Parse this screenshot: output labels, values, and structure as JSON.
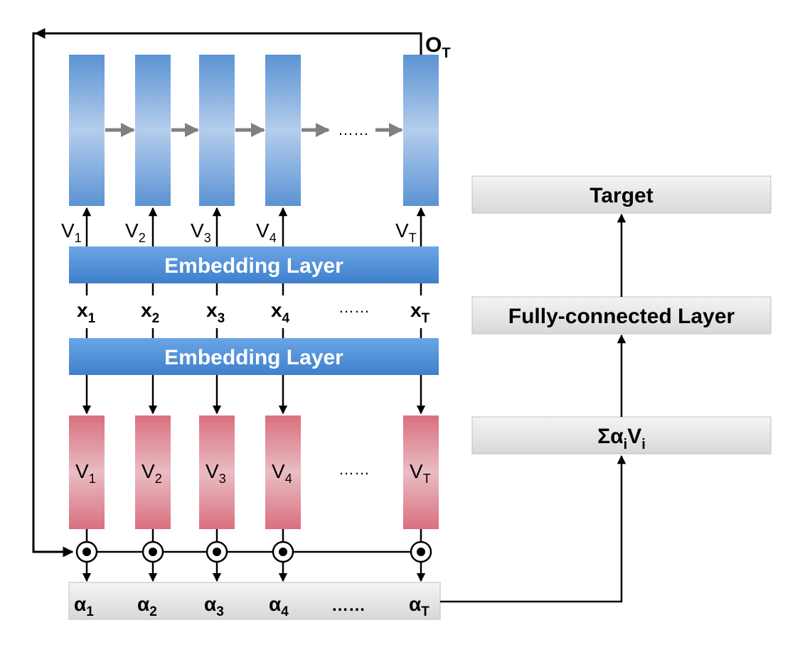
{
  "output_label": {
    "base": "O",
    "sub": "T"
  },
  "top_ellipsis": "……",
  "v_labels": [
    {
      "base": "V",
      "sub": "1"
    },
    {
      "base": "V",
      "sub": "2"
    },
    {
      "base": "V",
      "sub": "3"
    },
    {
      "base": "V",
      "sub": "4"
    },
    {
      "base": "V",
      "sub": "T"
    }
  ],
  "embedding_top": "Embedding Layer",
  "x_labels": [
    {
      "base": "x",
      "sub": "1"
    },
    {
      "base": "x",
      "sub": "2"
    },
    {
      "base": "x",
      "sub": "3"
    },
    {
      "base": "x",
      "sub": "4"
    },
    {
      "base": "x",
      "sub": "T"
    }
  ],
  "x_ellipsis": "……",
  "embedding_bottom": "Embedding Layer",
  "value_boxes": [
    {
      "base": "V",
      "sub": "1"
    },
    {
      "base": "V",
      "sub": "2"
    },
    {
      "base": "V",
      "sub": "3"
    },
    {
      "base": "V",
      "sub": "4"
    },
    {
      "base": "V",
      "sub": "T"
    }
  ],
  "value_ellipsis": "……",
  "alpha_labels": [
    {
      "base": "α",
      "sub": "1"
    },
    {
      "base": "α",
      "sub": "2"
    },
    {
      "base": "α",
      "sub": "3"
    },
    {
      "base": "α",
      "sub": "4"
    },
    {
      "base": "α",
      "sub": "T"
    }
  ],
  "alpha_ellipsis": "……",
  "right_boxes": {
    "target": "Target",
    "fully_connected": "Fully-connected Layer",
    "sum": {
      "sigma": "Σ",
      "a": "α",
      "a_sub": "i",
      "v": "V",
      "v_sub": "i"
    }
  },
  "colors": {
    "blue_dark": "#5b93d3",
    "blue_light": "#b4cdec",
    "red_dark": "#d9707e",
    "red_light": "#e9bcc3",
    "gray_box": "#e4e4e4",
    "arrow_gray": "#808080"
  }
}
